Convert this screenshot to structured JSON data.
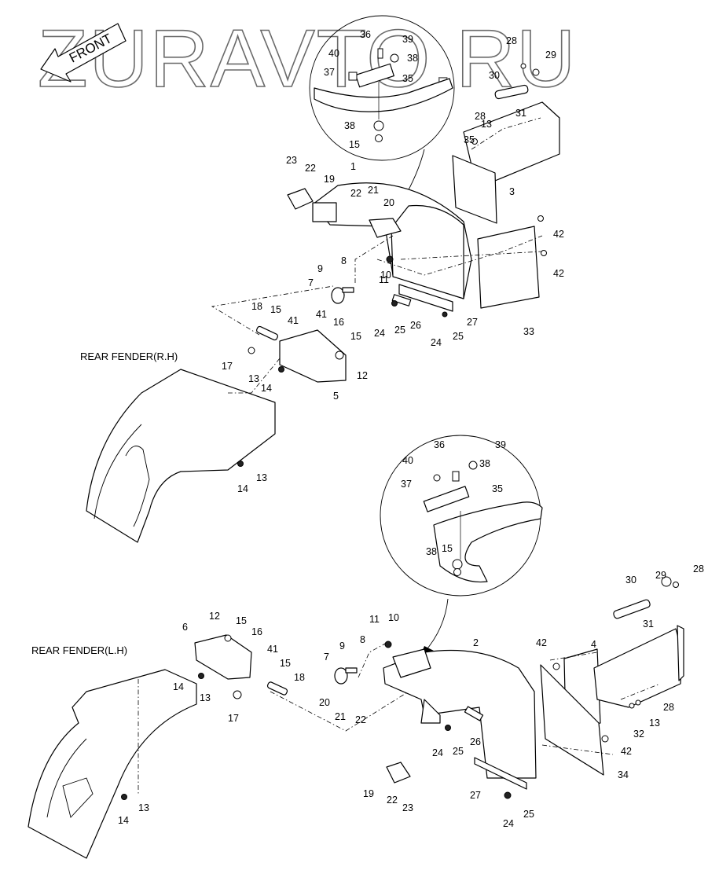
{
  "watermark": "ZURAVTO.RU",
  "direction_label": "FRONT",
  "captions": {
    "rh": "REAR FENDER(R.H)",
    "lh": "REAR FENDER(L.H)"
  },
  "callouts": {
    "rh": [
      "1",
      "3",
      "5",
      "7",
      "8",
      "9",
      "10",
      "11",
      "12",
      "13",
      "13",
      "13",
      "14",
      "14",
      "15",
      "15",
      "15",
      "16",
      "17",
      "18",
      "19",
      "20",
      "21",
      "22",
      "22",
      "23",
      "24",
      "24",
      "25",
      "25",
      "26",
      "27",
      "28",
      "28",
      "29",
      "30",
      "31",
      "33",
      "35",
      "35",
      "36",
      "37",
      "38",
      "38",
      "39",
      "40",
      "41",
      "41",
      "42",
      "42"
    ],
    "lh": [
      "2",
      "4",
      "6",
      "7",
      "8",
      "9",
      "10",
      "11",
      "12",
      "13",
      "13",
      "13",
      "14",
      "14",
      "15",
      "15",
      "15",
      "16",
      "17",
      "18",
      "19",
      "20",
      "21",
      "22",
      "22",
      "23",
      "24",
      "24",
      "25",
      "25",
      "26",
      "27",
      "28",
      "28",
      "29",
      "30",
      "31",
      "32",
      "34",
      "35",
      "36",
      "37",
      "38",
      "38",
      "39",
      "40",
      "41",
      "42",
      "42"
    ]
  },
  "colors": {
    "line": "#000000",
    "watermark": "#6a6a6a",
    "background": "#ffffff"
  }
}
